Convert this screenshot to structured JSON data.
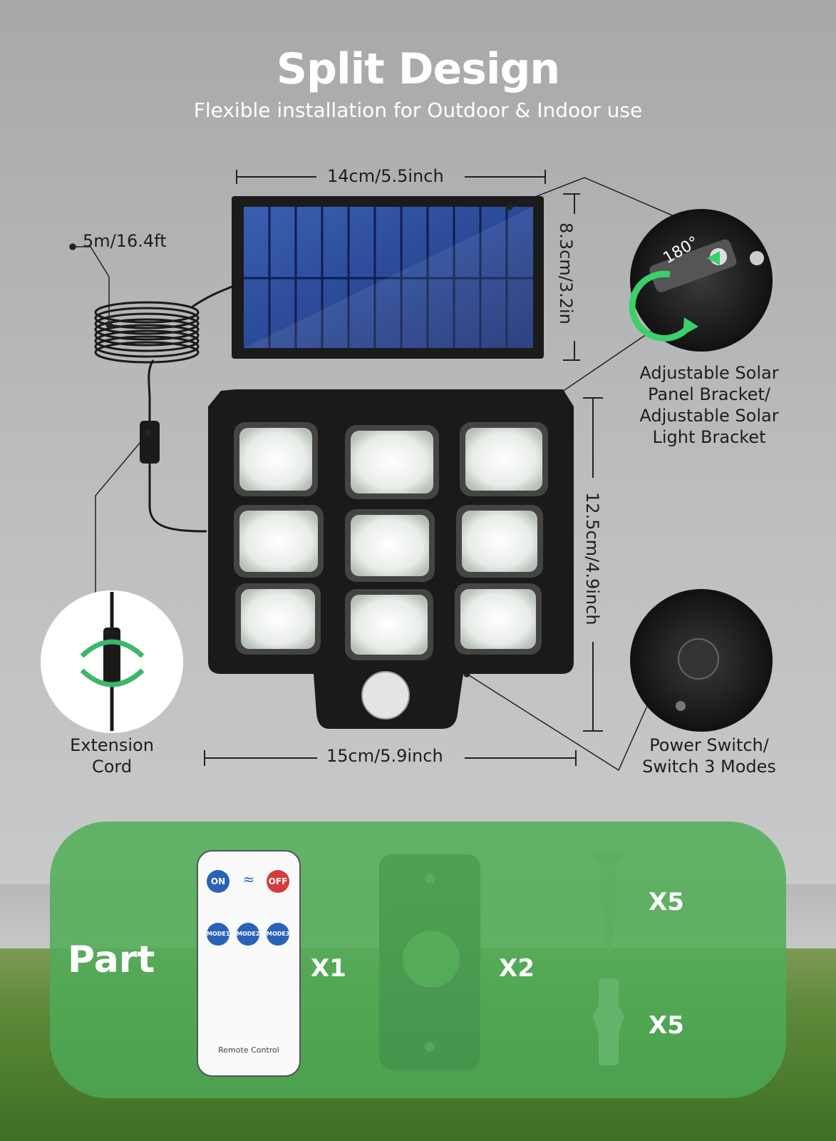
{
  "header": {
    "title": "Split Design",
    "subtitle": "Flexible installation for Outdoor & Indoor use"
  },
  "dimensions": {
    "panel_width": "14cm/5.5inch",
    "panel_height": "8.3cm/3.2in",
    "light_width": "15cm/5.9inch",
    "light_height": "12.5cm/4.9inch",
    "cable_length": "5m/16.4ft"
  },
  "callouts": {
    "bracket_line1": "Adjustable Solar",
    "bracket_line2": "Panel Bracket/",
    "bracket_line3": "Adjustable Solar",
    "bracket_line4": "Light Bracket",
    "bracket_angle": "180°",
    "switch_line1": "Power Switch/",
    "switch_line2": "Switch 3 Modes",
    "cord_line1": "Extension",
    "cord_line2": "Cord"
  },
  "parts": {
    "title": "Part",
    "remote_qty": "X1",
    "plate_qty": "X2",
    "screw_qty": "X5",
    "anchor_qty": "X5",
    "remote": {
      "on": "ON",
      "off": "OFF",
      "mode1": "MODE1",
      "mode2": "MODE2",
      "mode3": "MODE3",
      "label": "Remote Control"
    }
  }
}
